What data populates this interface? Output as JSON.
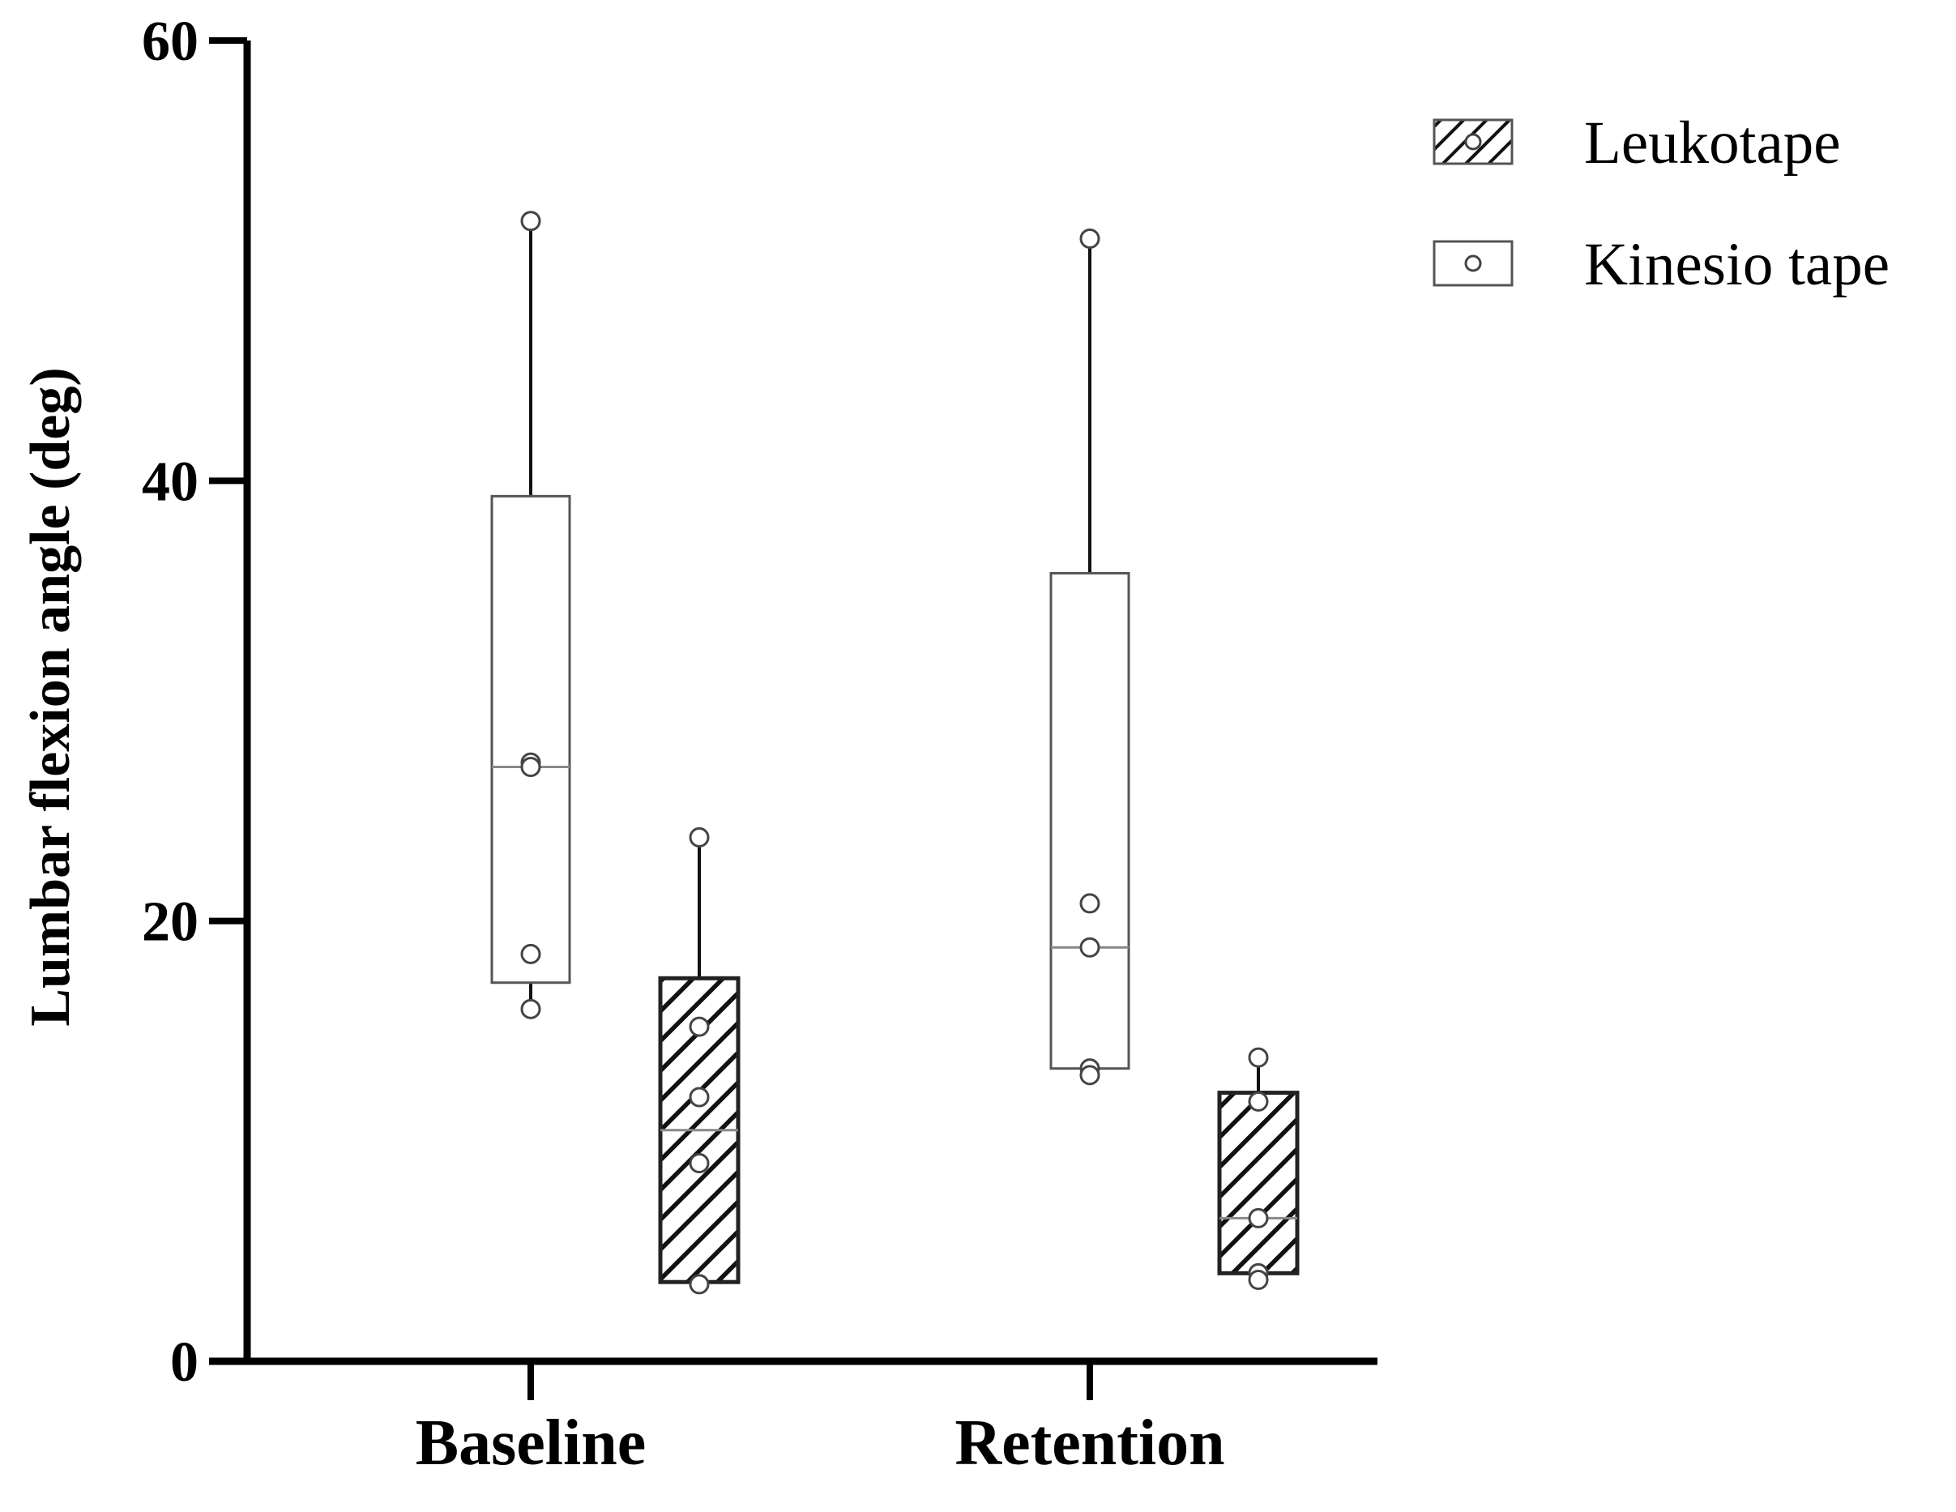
{
  "chart_data": {
    "type": "box",
    "title": "",
    "xlabel": "",
    "ylabel": "Lumbar flexion angle (deg)",
    "ylim": [
      0,
      60
    ],
    "yticks": [
      0,
      20,
      40,
      60
    ],
    "grid": false,
    "legend_position": "top-right",
    "categories": [
      "Baseline",
      "Retention"
    ],
    "series": [
      {
        "name": "Kinesio tape",
        "pattern": "open",
        "boxes": [
          {
            "category": "Baseline",
            "min": 16.0,
            "q1": 17.2,
            "median": 27.0,
            "q3": 39.3,
            "max": 51.8,
            "points": [
              51.8,
              27.2,
              27.0,
              18.5,
              16.0
            ]
          },
          {
            "category": "Retention",
            "min": 13.0,
            "q1": 13.3,
            "median": 18.8,
            "q3": 35.8,
            "max": 51.0,
            "points": [
              51.0,
              20.8,
              18.8,
              13.3,
              13.0
            ]
          }
        ]
      },
      {
        "name": "Leukotape",
        "pattern": "hatched",
        "boxes": [
          {
            "category": "Baseline",
            "min": 3.5,
            "q1": 3.6,
            "median": 10.5,
            "q3": 17.4,
            "max": 23.8,
            "points": [
              23.8,
              15.2,
              12.0,
              9.0,
              3.5
            ]
          },
          {
            "category": "Retention",
            "min": 3.7,
            "q1": 4.0,
            "median": 6.5,
            "q3": 12.2,
            "max": 13.8,
            "points": [
              13.8,
              11.8,
              6.5,
              4.0,
              3.7
            ]
          }
        ]
      }
    ]
  },
  "colors": {
    "axis": "#000000",
    "box_stroke": "#555555",
    "whisker": "#111111",
    "median": "#888888",
    "point_stroke": "#444444"
  }
}
